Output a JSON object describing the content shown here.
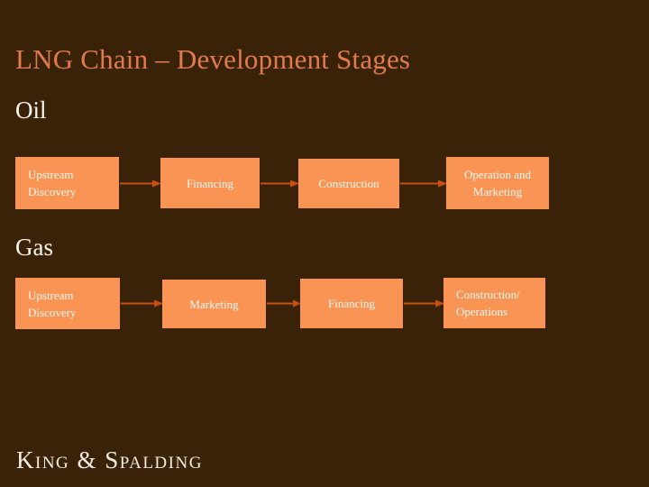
{
  "slide": {
    "title": "LNG Chain – Development Stages",
    "background_color": "#3a2208",
    "title_color": "#e07b4f",
    "heading_color": "#fdf6ec",
    "box_fill_color": "#fa9455",
    "box_text_color": "#fdf8f0",
    "arrow_color": "#c8500f"
  },
  "sections": [
    {
      "heading": "Oil",
      "stages": [
        {
          "lines": [
            "Upstream",
            "Discovery"
          ],
          "align": "left"
        },
        {
          "lines": [
            "Financing"
          ],
          "align": "center"
        },
        {
          "lines": [
            "Construction"
          ],
          "align": "center"
        },
        {
          "lines": [
            "Operation and",
            "Marketing"
          ],
          "align": "center"
        }
      ],
      "arrows": [
        "arrow-right-icon",
        "arrow-right-icon",
        "arrow-right-icon"
      ]
    },
    {
      "heading": "Gas",
      "stages": [
        {
          "lines": [
            "Upstream",
            "Discovery"
          ],
          "align": "left"
        },
        {
          "lines": [
            "Marketing"
          ],
          "align": "center"
        },
        {
          "lines": [
            "Financing"
          ],
          "align": "center"
        },
        {
          "lines": [
            "Construction/",
            "Operations"
          ],
          "align": "left"
        }
      ],
      "arrows": [
        "arrow-right-icon",
        "arrow-right-icon",
        "arrow-right-icon"
      ]
    }
  ],
  "footer": {
    "logo_text": "King & Spalding"
  }
}
